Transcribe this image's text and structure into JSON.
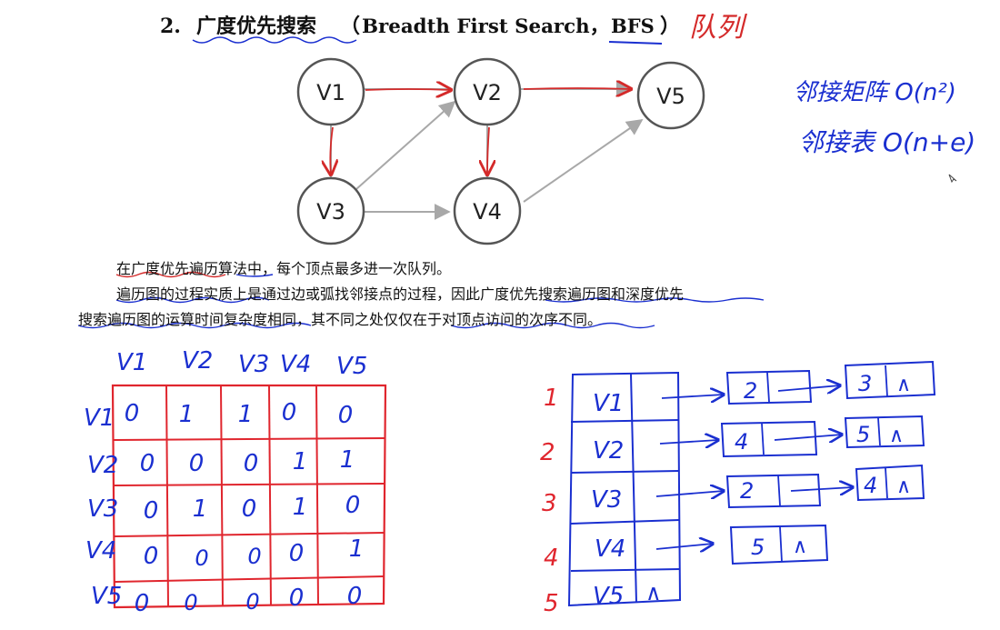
{
  "title": {
    "number": "2.",
    "chinese": "广度优先搜索",
    "open_paren": "（",
    "english": "Breadth First Search，",
    "abbr": "BFS",
    "close_paren": "）",
    "annotation": "队列"
  },
  "graph": {
    "nodes": [
      "V1",
      "V2",
      "V3",
      "V4",
      "V5"
    ]
  },
  "complexity_notes": {
    "matrix": "邻接矩阵 O(n²)",
    "list": "邻接表 O(n+e)"
  },
  "paragraphs": {
    "p1": "在广度优先遍历算法中，每个顶点最多进一次队列。",
    "p2_line1": "遍历图的过程实质上是通过边或弧找邻接点的过程，因此广度优先搜索遍历图和深度优先",
    "p2_line2": "搜索遍历图的运算时间复杂度相同，其不同之处仅仅在于对顶点访问的次序不同。"
  },
  "matrix": {
    "col_headers": [
      "V1",
      "V2",
      "V3",
      "V4",
      "V5"
    ],
    "row_headers": [
      "V1",
      "V2",
      "V3",
      "V4",
      "V5"
    ],
    "rows": [
      [
        "0",
        "1",
        "1",
        "0",
        "0"
      ],
      [
        "0",
        "0",
        "0",
        "1",
        "1"
      ],
      [
        "0",
        "1",
        "0",
        "1",
        "0"
      ],
      [
        "0",
        "0",
        "0",
        "0",
        "1"
      ],
      [
        "0",
        "0",
        "0",
        "0",
        "0"
      ]
    ]
  },
  "adjacency_list": {
    "indices": [
      "1",
      "2",
      "3",
      "4",
      "5"
    ],
    "vertices": [
      "V1",
      "V2",
      "V3",
      "V4",
      "V5"
    ],
    "null_symbol": "∧",
    "edge_nodes": [
      [
        "2",
        "3"
      ],
      [
        "4",
        "5"
      ],
      [
        "2",
        "4"
      ],
      [
        "5"
      ],
      []
    ]
  }
}
